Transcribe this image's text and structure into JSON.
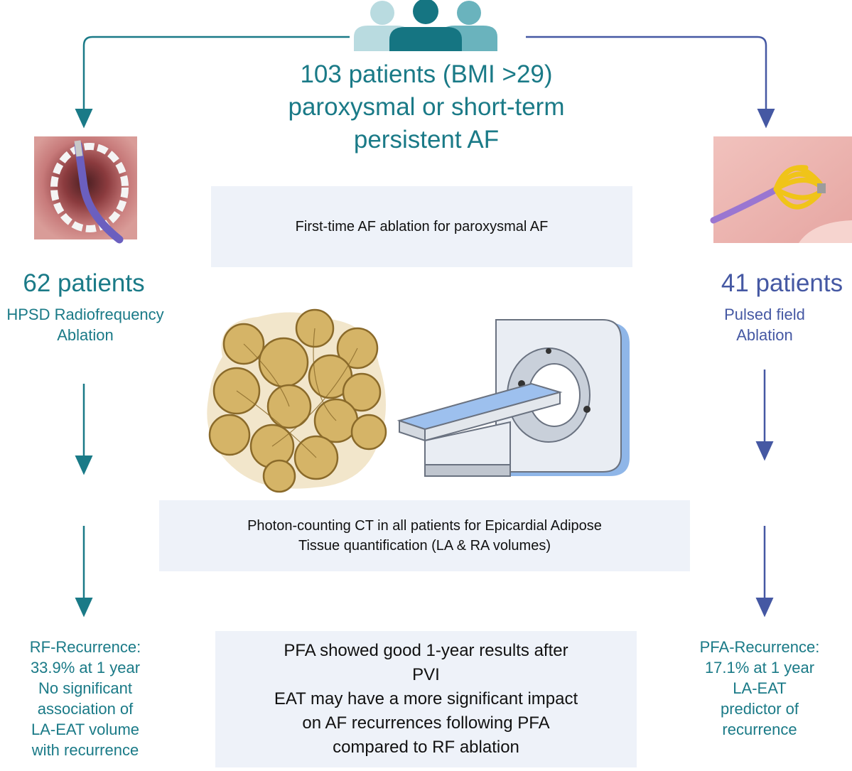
{
  "header": {
    "lines": [
      "103 patients (BMI >29)",
      "paroxysmal or short-term",
      "persistent AF"
    ]
  },
  "left": {
    "count": "62 patients",
    "method_lines": [
      "HPSD Radiofrequency",
      "Ablation"
    ],
    "result_lines": [
      "RF-Recurrence:",
      "33.9% at 1 year",
      "No significant",
      "association of",
      "LA-EAT volume",
      "with recurrence"
    ]
  },
  "right": {
    "count": "41 patients",
    "method_lines": [
      "Pulsed field",
      "Ablation"
    ],
    "result_lines": [
      "PFA-Recurrence:",
      "17.1% at 1 year",
      "LA-EAT",
      "predictor of",
      "recurrence"
    ]
  },
  "boxes": {
    "step1": "First-time AF ablation for paroxysmal AF",
    "step2_lines": [
      "Photon-counting CT in all patients for Epicardial Adipose",
      "Tissue quantification (LA & RA volumes)"
    ],
    "conclusion_lines": [
      "PFA showed good 1-year results after",
      "PVI",
      "EAT may have a more significant impact",
      "on AF recurrences following PFA",
      "compared to RF ablation"
    ]
  },
  "colors": {
    "teal": "#1a7a87",
    "blue": "#4558a3",
    "box_bg": "#eef2f9"
  }
}
